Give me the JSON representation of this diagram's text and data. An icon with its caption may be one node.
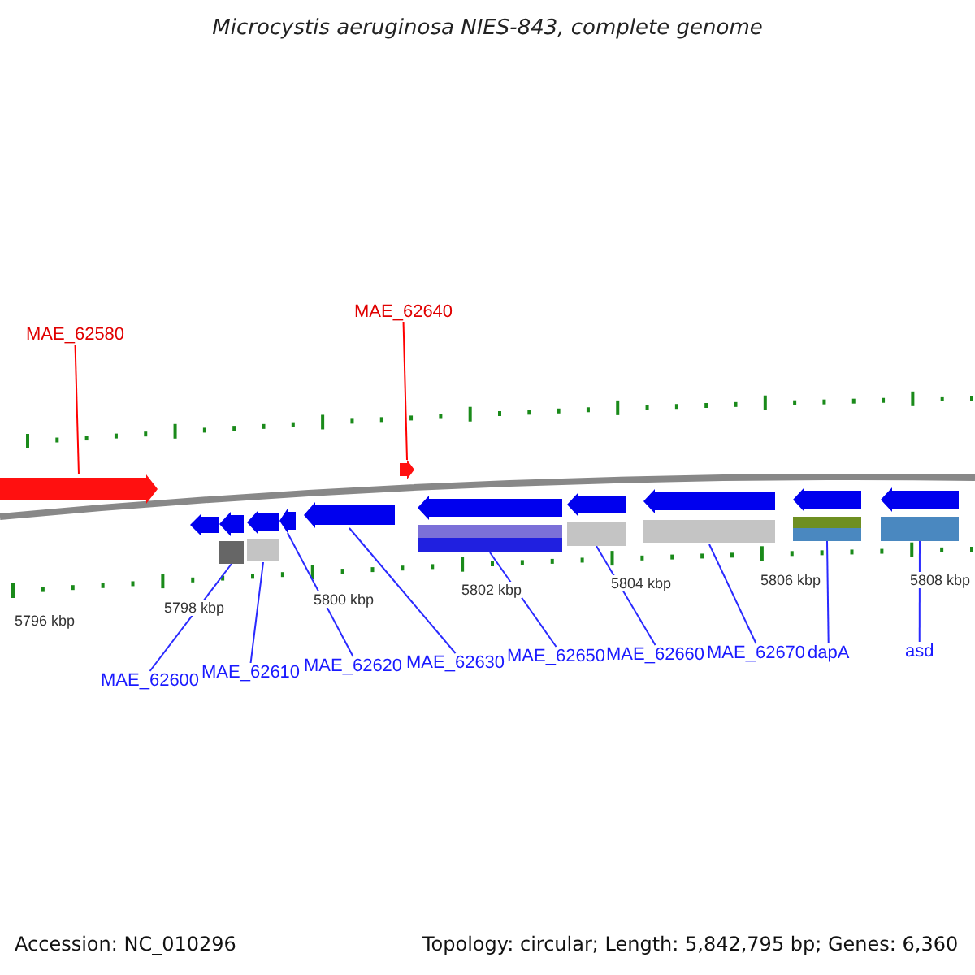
{
  "diagram": {
    "title": "Microcystis aeruginosa NIES-843, complete genome",
    "nodes": [
      {
        "text": [
          "MAE_62580"
        ]
      },
      {
        "text": [],
        "shape": "arrow"
      },
      {
        "text": [
          "MAE_62640"
        ]
      },
      {
        "text": [],
        "shape": "arrow"
      },
      {
        "text": [],
        "shape": "arrow"
      },
      {
        "text": [],
        "shape": "arrow"
      },
      {
        "text": [],
        "shape": "arrow"
      },
      {
        "text": [],
        "shape": "arrow"
      },
      {
        "text": [],
        "shape": "arrow"
      },
      {
        "text": [],
        "shape": "arrow"
      },
      {
        "text": [],
        "shape": "arrow"
      },
      {
        "text": [],
        "shape": "arrow"
      },
      {
        "text": [],
        "shape": "arrow"
      },
      {
        "text": [],
        "shape": "arrow"
      },
      {
        "text": [
          "MAE_62600"
        ]
      },
      {
        "text": [
          "MAE_62610"
        ]
      },
      {
        "text": [
          "MAE_62620"
        ]
      },
      {
        "text": [
          "MAE_62630"
        ]
      },
      {
        "text": [
          "MAE_62650"
        ]
      },
      {
        "text": [
          "MAE_62660"
        ]
      },
      {
        "text": [
          "MAE_62670"
        ]
      },
      {
        "text": [
          "dapA"
        ]
      },
      {
        "text": [
          "asd"
        ]
      }
    ],
    "edges": [
      {
        "from": 0,
        "to": 1,
        "arrow": "none",
        "color": "#ff0000"
      },
      {
        "from": 2,
        "to": 3,
        "arrow": "none",
        "color": "#ff0000"
      },
      {
        "from": 14,
        "to": 5,
        "arrow": "none"
      },
      {
        "from": 15,
        "to": 6,
        "arrow": "none"
      },
      {
        "from": 16,
        "to": 7,
        "arrow": "none"
      },
      {
        "from": 17,
        "to": 8,
        "arrow": "none"
      },
      {
        "from": 18,
        "to": 9,
        "arrow": "none"
      },
      {
        "from": 19,
        "to": 10,
        "arrow": "none"
      },
      {
        "from": 20,
        "to": 11,
        "arrow": "none"
      },
      {
        "from": 21,
        "to": 12,
        "arrow": "none"
      },
      {
        "from": 22,
        "to": 13,
        "arrow": "none"
      }
    ],
    "labels": [
      "5796 kbp",
      "5798 kbp",
      "5800 kbp",
      "5802 kbp",
      "5804 kbp",
      "5806 kbp",
      "5808 kbp",
      "Accession: NC_010296",
      "Topology: circular; Length: 5,842,795 bp; Genes: 6,360"
    ]
  }
}
